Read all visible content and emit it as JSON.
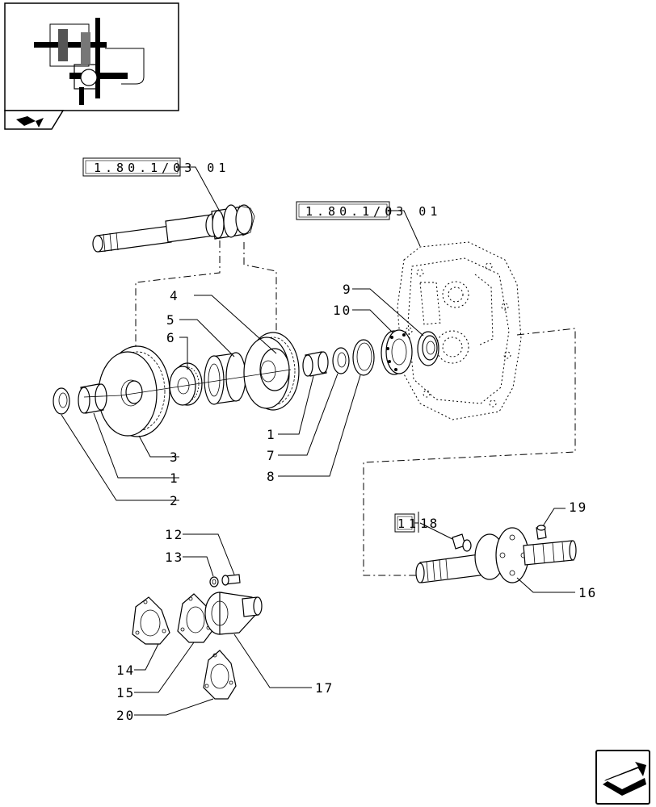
{
  "references": {
    "shaft_ref": "1.80.1/03 01",
    "housing_ref": "1.80.1/03 01",
    "boxed_ref": "11"
  },
  "callouts": {
    "c1a": "1",
    "c1b": "1",
    "c2": "2",
    "c3": "3",
    "c4": "4",
    "c5": "5",
    "c6": "6",
    "c7": "7",
    "c8": "8",
    "c9": "9",
    "c10": "10",
    "c12": "12",
    "c13": "13",
    "c14": "14",
    "c15": "15",
    "c16": "16",
    "c17": "17",
    "c18": "18",
    "c19": "19",
    "c20": "20"
  },
  "icons": {
    "thumbnail": "assembly-thumbnail",
    "back": "back-arrow-icon",
    "next": "next-arrow-icon"
  }
}
